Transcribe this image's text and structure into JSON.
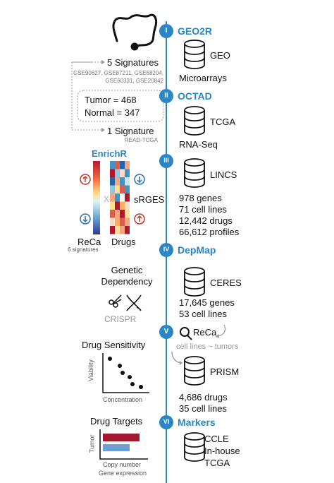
{
  "steps": [
    {
      "numeral": "I",
      "title": "GEO2R"
    },
    {
      "numeral": "II",
      "title": "OCTAD"
    },
    {
      "numeral": "III",
      "title": ""
    },
    {
      "numeral": "IV",
      "title": "DepMap"
    },
    {
      "numeral": "V",
      "title": ""
    },
    {
      "numeral": "VI",
      "title": "Markers"
    }
  ],
  "databases": {
    "geo": {
      "label": "GEO",
      "caption": "Microarrays"
    },
    "tcga": {
      "label": "TCGA",
      "caption": "RNA-Seq"
    },
    "lincs": {
      "label": "LINCS",
      "stats": [
        "978 genes",
        "71 cell lines",
        "12,442 drugs",
        "66,612 profiles"
      ]
    },
    "ceres": {
      "label": "CERES",
      "stats": [
        "17,645 genes",
        "53 cell lines"
      ]
    },
    "prism": {
      "label": "PRISM",
      "stats": [
        "4,686 drugs",
        "35 cell lines"
      ]
    },
    "markers": {
      "lines": [
        "CCLE",
        "In-house",
        "TCGA"
      ]
    }
  },
  "left": {
    "five_signatures": "5 Signatures",
    "gse_line1": "GSE90627, GSE87211, GSE68204,",
    "gse_line2": "GSE60331, GSE20842",
    "tumor": "Tumor = 468",
    "normal": "Normal = 347",
    "one_signature": "1 Signature",
    "read_tcga": "READ-TCGA",
    "enrichr": "EnrichR",
    "x_symbol": "X",
    "srges": "sRGES",
    "reca": "ReCa",
    "six_signatures": "6 signatures",
    "drugs": "Drugs",
    "genetic": "Genetic",
    "dependency": "Dependency",
    "crispr": "CRISPR",
    "reca_search": "ReCa",
    "cell_lines_tumors": "cell lines ~ tumors",
    "drug_sensitivity": "Drug Sensitivity",
    "viability": "Viability",
    "concentration": "Concentration",
    "drug_targets": "Drug Targets",
    "tumor_axis": "Tumor",
    "copy_number": "Copy number",
    "gene_expression": "Gene expression"
  },
  "colors": {
    "accent": "#2a86c4",
    "up": "#c0392b",
    "down": "#2f6db5",
    "bar_red": "#a3182e",
    "bar_blue": "#6c9fd3"
  }
}
